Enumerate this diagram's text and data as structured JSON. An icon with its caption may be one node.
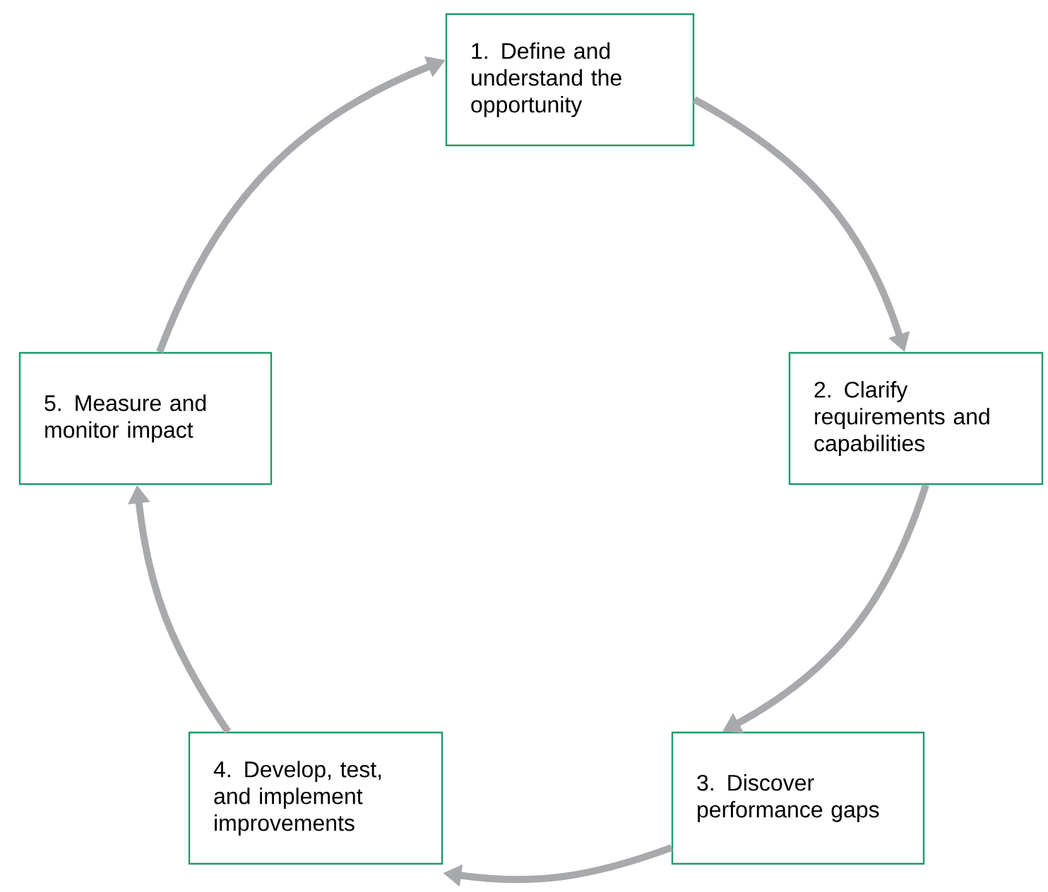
{
  "diagram": {
    "nodes": [
      {
        "text": [
          "1. Define and understand the opportunity"
        ]
      },
      {
        "text": [
          "2. Clarify requirements and capabilities"
        ]
      },
      {
        "text": [
          "3. Discover performance gaps"
        ]
      },
      {
        "text": [
          "4. Develop, test, and implement improvements"
        ]
      },
      {
        "text": [
          "5. Measure and monitor impact"
        ]
      }
    ],
    "edges": [
      {
        "from": 0,
        "to": 1,
        "arrow": "to"
      },
      {
        "from": 1,
        "to": 2,
        "arrow": "to"
      },
      {
        "from": 2,
        "to": 3,
        "arrow": "to"
      },
      {
        "from": 3,
        "to": 4,
        "arrow": "to"
      },
      {
        "from": 4,
        "to": 0,
        "arrow": "to"
      }
    ]
  }
}
